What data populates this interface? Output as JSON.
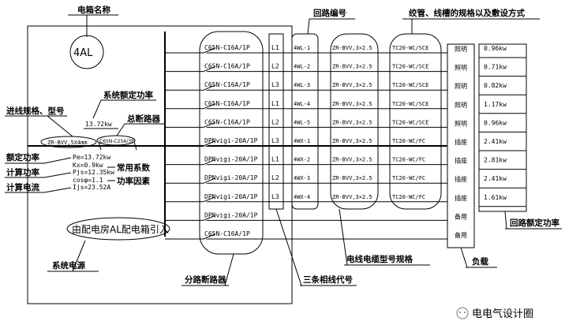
{
  "labels": {
    "box_name": "电箱名称",
    "box_id": "4AL",
    "incoming_spec": "进线规格、型号",
    "rated_power_system": "系统额定功率",
    "system_power_value": "13.72kw",
    "main_breaker": "总断路器",
    "incoming_cable": "ZR-BVV,5X4mm",
    "main_breaker_model": "C65N-C25A/3P",
    "rated_power": "额定功率",
    "calc_power": "计算功率",
    "calc_current": "计算电流",
    "common_factor_1": "常用系数",
    "common_factor_2": "功率因素",
    "pe": "Pe=13.72kw",
    "kx": "Kx=0.9kw",
    "pjs": "Pjs=12.35kw",
    "cos": "cosφ=1.1",
    "ijs": "Ijs=23.52A",
    "source": "由配电房AL配电箱引入",
    "system_source": "系统电源",
    "branch_breaker": "分路断路器",
    "phase_code": "三条相线代号",
    "circuit_no": "回路编号",
    "wire_spec_title": "绞管、线槽的规格以及敷设方式",
    "cable_model": "电线电缆型号规格",
    "load": "负载",
    "circuit_rated_power": "回路额定功率",
    "watermark": "电电气设计圈"
  },
  "circuits": [
    {
      "breaker": "C65N-C16A/1P",
      "phase": "L1",
      "num": "4WL-1",
      "cable": "ZR-BVV,3×2.5",
      "conduit": "TC20-WC/SCE",
      "load": "照明",
      "power": "0.96kw"
    },
    {
      "breaker": "C65N-C16A/1P",
      "phase": "L2",
      "num": "4WL-2",
      "cable": "ZR-BVV,3×2.5",
      "conduit": "TC20-WC/SCE",
      "load": "照明",
      "power": "0.71kw"
    },
    {
      "breaker": "C65N-C16A/1P",
      "phase": "L3",
      "num": "4WL-3",
      "cable": "ZR-BVV,3×2.5",
      "conduit": "TC20-WC/SCE",
      "load": "照明",
      "power": "0.82kw"
    },
    {
      "breaker": "C65N-C16A/1P",
      "phase": "L1",
      "num": "4WL-4",
      "cable": "ZR-BVV,3×2.5",
      "conduit": "TC20-WC/SCE",
      "load": "照明",
      "power": "1.17kw"
    },
    {
      "breaker": "C65N-C16A/1P",
      "phase": "L2",
      "num": "4WL-5",
      "cable": "ZR-BVV,3×2.5",
      "conduit": "TC20-WC/SCE",
      "load": "照明",
      "power": "0.96kw"
    },
    {
      "breaker": "DPNvigi-20A/1P",
      "phase": "L3",
      "num": "4WX-1",
      "cable": "ZR-BVV,3×2.5",
      "conduit": "TC20-WC/FC",
      "load": "插座",
      "power": "2.41kw"
    },
    {
      "breaker": "DPNvigi-20A/1P",
      "phase": "L1",
      "num": "4WX-2",
      "cable": "ZR-BVV,3×2.5",
      "conduit": "TC20-WC/FC",
      "load": "插座",
      "power": "2.81kw"
    },
    {
      "breaker": "DPNvigi-20A/1P",
      "phase": "L2",
      "num": "4WX-3",
      "cable": "ZR-BVV,3×2.5",
      "conduit": "TC20-WC/FC",
      "load": "插座",
      "power": "2.41kw"
    },
    {
      "breaker": "DPNvigi-20A/1P",
      "phase": "L3",
      "num": "4WX-4",
      "cable": "ZR-BVV,3×2.5",
      "conduit": "TC20-WC/FC",
      "load": "插座",
      "power": "1.61kw"
    },
    {
      "breaker": "DPNvigi-20A/1P",
      "phase": "",
      "num": "",
      "cable": "",
      "conduit": "",
      "load": "备用",
      "power": ""
    },
    {
      "breaker": "C65N-C16A/1P",
      "phase": "",
      "num": "",
      "cable": "",
      "conduit": "",
      "load": "备用",
      "power": ""
    }
  ]
}
